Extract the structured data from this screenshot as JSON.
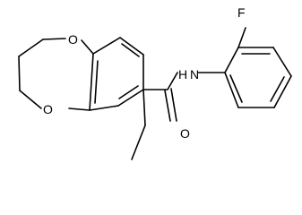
{
  "molecule": {
    "atoms": {
      "o_top": "O",
      "o_bottom": "O",
      "nh": "N",
      "nh_h": "H",
      "fluorine": "F",
      "carbonyl_o": "O"
    }
  }
}
